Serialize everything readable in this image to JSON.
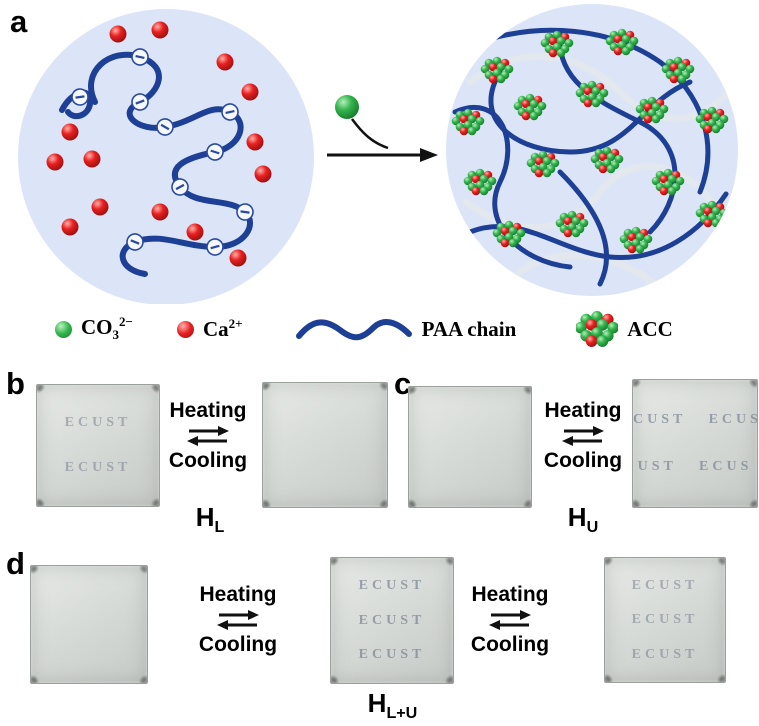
{
  "colors": {
    "chain_blue": "#1e3f96",
    "circle_fill": "#dbe5f7",
    "ca_red": "#e01414",
    "co3_green": "#2fae49"
  },
  "panel_a": {
    "label": "a",
    "legend": {
      "co3": {
        "base": "CO",
        "sub": "3",
        "sup": "2−"
      },
      "ca": {
        "base": "Ca",
        "sup": "2+"
      },
      "paa_label": "PAA chain",
      "acc_label": "ACC"
    }
  },
  "reaction": {
    "heating": "Heating",
    "cooling": "Cooling"
  },
  "panel_b": {
    "label": "b",
    "h_base": "H",
    "h_sub": "L",
    "gel_left": {
      "lines": [
        "ECUST",
        "ECUST"
      ]
    },
    "gel_right": {
      "lines": []
    }
  },
  "panel_c": {
    "label": "c",
    "h_base": "H",
    "h_sub": "U",
    "gel_left": {
      "lines": []
    },
    "gel_right": {
      "lines": [
        "CUST   ECUS",
        "UST   ECUS"
      ]
    }
  },
  "panel_d": {
    "label": "d",
    "h_base": "H",
    "h_sub": "L+U",
    "gel_left": {
      "lines": []
    },
    "gel_mid": {
      "lines": [
        "ECUST",
        "ECUST",
        "ECUST"
      ]
    },
    "gel_right": {
      "lines": [
        "ECUST",
        "ECUST",
        "ECUST"
      ]
    }
  }
}
